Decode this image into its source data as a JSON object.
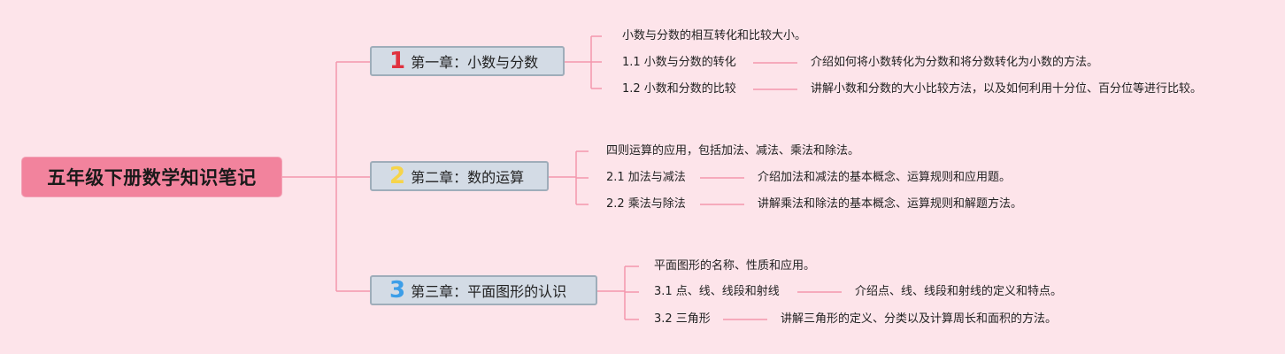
{
  "root": {
    "title": "五年级下册数学知识笔记"
  },
  "colors": {
    "background": "#fde4ea",
    "root_fill": "#f2839d",
    "chapter_fill": "#d3dbe5",
    "chapter_border": "#9fadba",
    "connector": "#f497ad",
    "icon_1": "#e0313e",
    "icon_2": "#f6d44a",
    "icon_3": "#3c9ee8"
  },
  "chapters": [
    {
      "icon": "1",
      "title": "第一章：小数与分数",
      "summary": "小数与分数的相互转化和比较大小。",
      "sections": [
        {
          "label": "1.1 小数与分数的转化",
          "detail": "介绍如何将小数转化为分数和将分数转化为小数的方法。"
        },
        {
          "label": "1.2 小数和分数的比较",
          "detail": "讲解小数和分数的大小比较方法，以及如何利用十分位、百分位等进行比较。"
        }
      ]
    },
    {
      "icon": "2",
      "title": "第二章：数的运算",
      "summary": "四则运算的应用，包括加法、减法、乘法和除法。",
      "sections": [
        {
          "label": "2.1 加法与减法",
          "detail": "介绍加法和减法的基本概念、运算规则和应用题。"
        },
        {
          "label": "2.2 乘法与除法",
          "detail": "讲解乘法和除法的基本概念、运算规则和解题方法。"
        }
      ]
    },
    {
      "icon": "3",
      "title": "第三章：平面图形的认识",
      "summary": "平面图形的名称、性质和应用。",
      "sections": [
        {
          "label": "3.1 点、线、线段和射线",
          "detail": "介绍点、线、线段和射线的定义和特点。"
        },
        {
          "label": "3.2 三角形",
          "detail": "讲解三角形的定义、分类以及计算周长和面积的方法。"
        }
      ]
    }
  ]
}
